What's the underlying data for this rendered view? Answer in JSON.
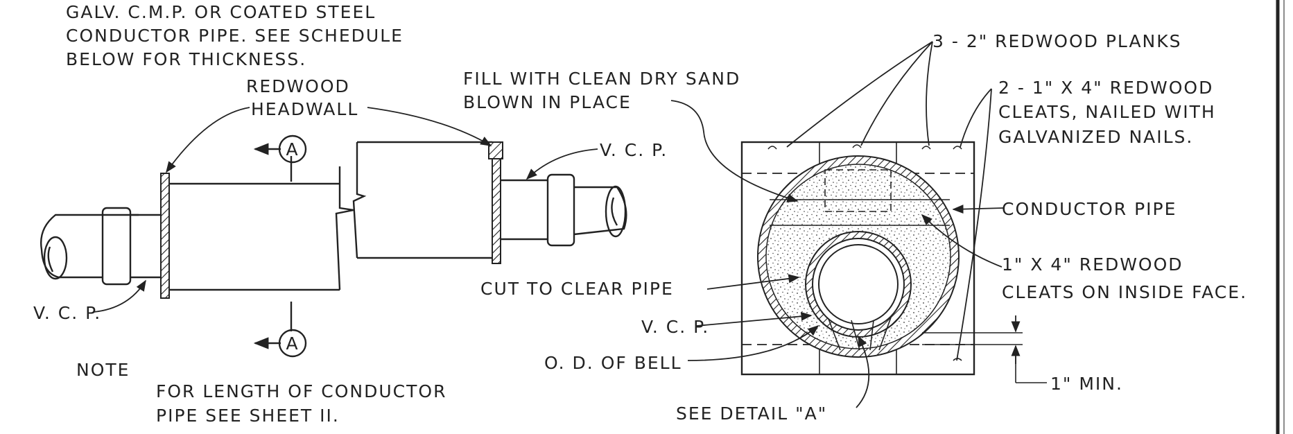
{
  "labels": {
    "pipe_note_1": "GALV. C.M.P. OR COATED STEEL",
    "pipe_note_2": "CONDUCTOR  PIPE.  SEE  SCHEDULE",
    "pipe_note_3": "BELOW  FOR  THICKNESS.",
    "headwall_1": "REDWOOD",
    "headwall_2": "HEADWALL",
    "section_marker": "A",
    "vcp_left": "V. C. P.",
    "vcp_right": "V. C. P.",
    "note_title": "NOTE",
    "note_text_1": "FOR LENGTH OF CONDUCTOR",
    "note_text_2": "PIPE SEE SHEET II.",
    "fill_1": "FILL  WITH  CLEAN  DRY  SAND",
    "fill_2": "BLOWN  IN  PLACE",
    "cut_clear": "CUT  TO  CLEAR  PIPE",
    "vcp_section": "V. C. P.",
    "od_bell": "O. D.  OF  BELL",
    "see_detail": "SEE  DETAIL  \"A\"",
    "planks": "3 - 2\"  REDWOOD  PLANKS",
    "cleats_1": "2 - 1\" X 4\"  REDWOOD",
    "cleats_2": "CLEATS,  NAILED  WITH",
    "cleats_3": "GALVANIZED  NAILS.",
    "conductor_pipe": "CONDUCTOR  PIPE",
    "inside_cleats_1": "1\"  X  4\"  REDWOOD",
    "inside_cleats_2": "CLEATS  ON  INSIDE  FACE.",
    "min_dim": "1\"  MIN."
  }
}
